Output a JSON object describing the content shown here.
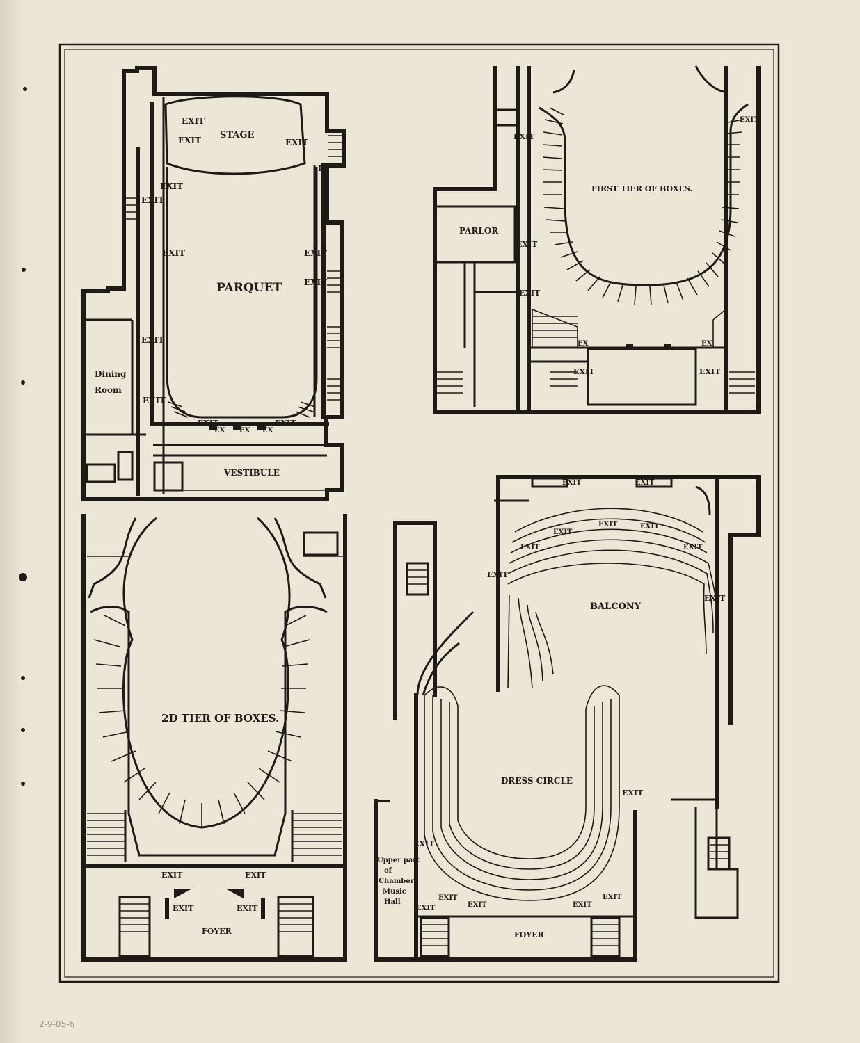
{
  "plans": {
    "parquet": {
      "stage": "STAGE",
      "parquet": "PARQUET",
      "dining": [
        "Dining",
        "Room"
      ],
      "vestibule": "VESTIBULE",
      "exit": "EXIT",
      "ex": "EX",
      "b": "B"
    },
    "first_tier": {
      "title": "FIRST TIER OF BOXES.",
      "parlor": "PARLOR",
      "exit": "EXIT",
      "ex": "EX"
    },
    "second_tier": {
      "title": "2D TIER OF BOXES.",
      "foyer": "FOYER",
      "exit": "EXIT"
    },
    "balcony": {
      "balcony": "BALCONY",
      "dress_circle": "DRESS CIRCLE",
      "foyer": "FOYER",
      "exit": "EXIT",
      "chamber": [
        "Upper part",
        "of",
        "Chamber",
        "Music",
        "Hall"
      ]
    }
  },
  "margin_note": "2-9-05-6"
}
